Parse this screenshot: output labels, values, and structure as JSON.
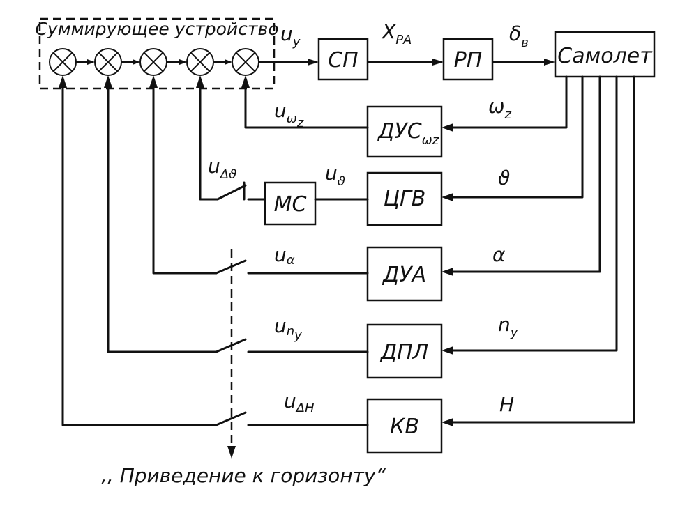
{
  "summator": {
    "label": "Суммирующее устройство"
  },
  "blocks": {
    "sp": "СП",
    "rp": "РП",
    "samolet": "Самолет",
    "dus": "ДУС",
    "dus_sub": "ωz",
    "ms": "МС",
    "cgv": "ЦГВ",
    "dua": "ДУА",
    "dpl": "ДПЛ",
    "kv": "КВ"
  },
  "signals": {
    "u": "u",
    "u_y_sub": "y",
    "x": "X",
    "x_sub": "РА",
    "delta": "δ",
    "delta_sub": "в",
    "omega": "ω",
    "omega_sub": "z",
    "u_omega_sub": "ω",
    "u_omega_subsub": "z",
    "u_dtheta_sub": "Δϑ",
    "u_theta_sub": "ϑ",
    "theta": "ϑ",
    "u_alpha_sub": "α",
    "alpha": "α",
    "u_ny_sub": "n",
    "u_ny_subsub": "y",
    "n": "n",
    "n_sub": "y",
    "u_dh_sub": "ΔH",
    "h": "H"
  },
  "caption": ",, Приведение к горизонту“"
}
